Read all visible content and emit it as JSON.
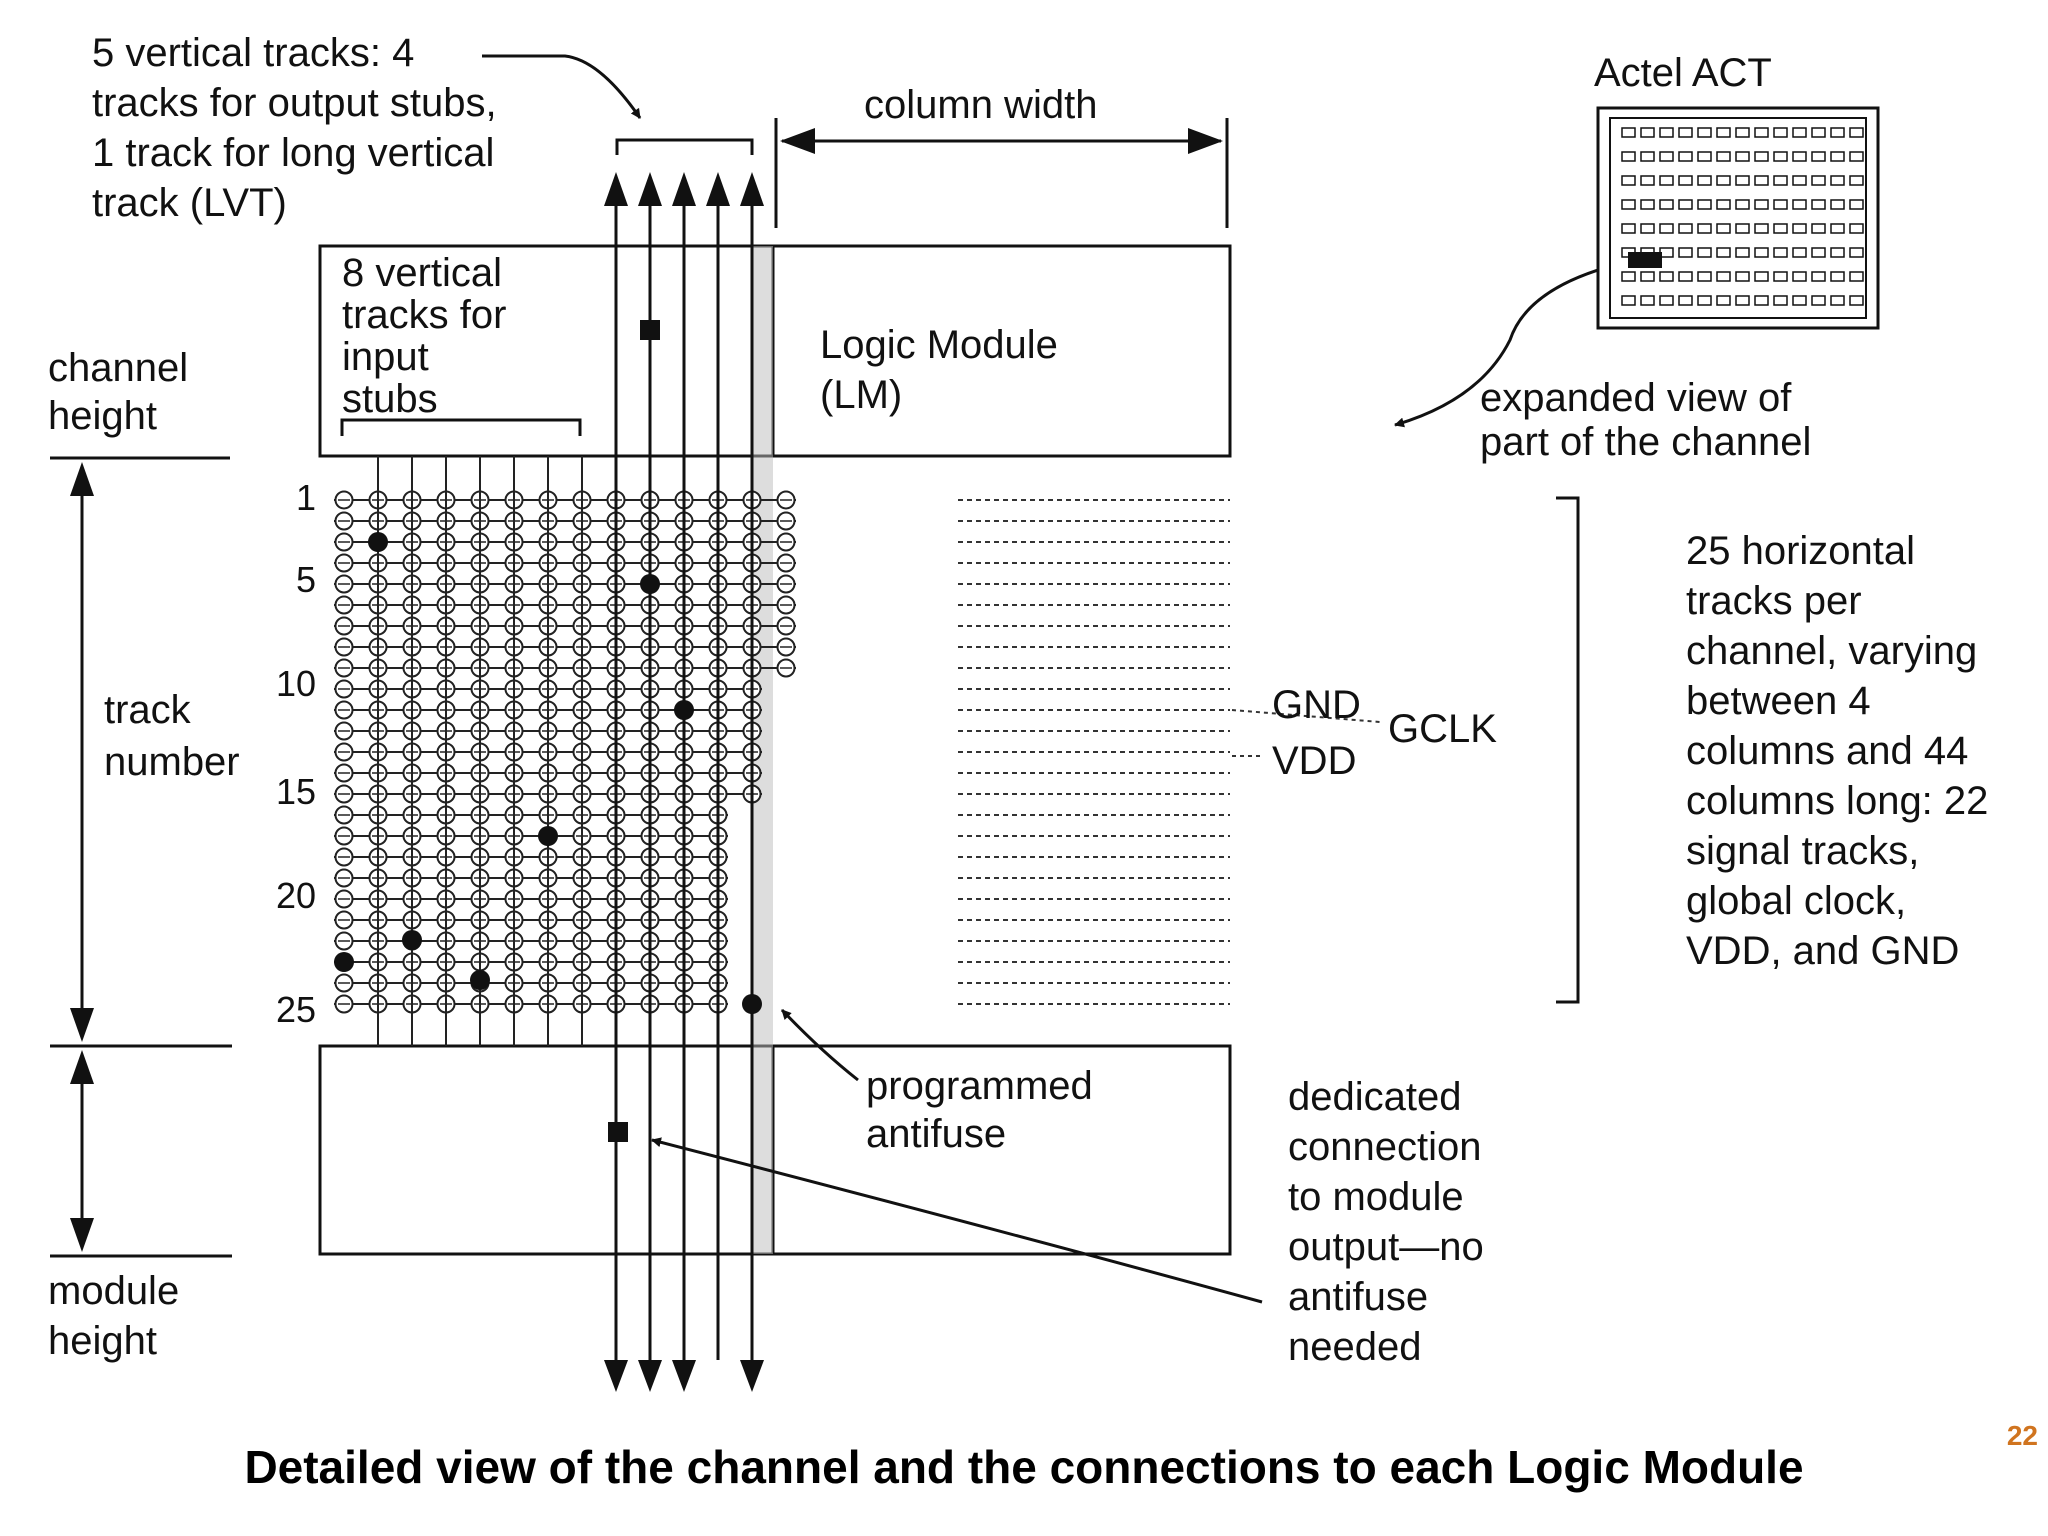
{
  "labels": {
    "vertical_tracks_output": "5 vertical tracks: 4\ntracks for output stubs,\n1 track for long vertical\ntrack (LVT)",
    "column_width": "column width",
    "actel_act": "Actel ACT",
    "input_stubs": "8 vertical\ntracks for\ninput\nstubs",
    "logic_module": "Logic Module\n(LM)",
    "channel_height": "channel\nheight",
    "expanded_view": "expanded view of\npart of the channel",
    "track_number": "track\nnumber",
    "gnd": "GND",
    "vdd": "VDD",
    "gclk": "GCLK",
    "horizontal_tracks": "25 horizontal\ntracks per\nchannel, varying\nbetween 4\ncolumns and 44\ncolumns long: 22\nsignal tracks,\nglobal clock,\nVDD, and GND",
    "programmed_antifuse": "programmed\nantifuse",
    "dedicated_connection": "dedicated\nconnection\nto module\noutput—no\nantifuse\nneeded",
    "module_height": "module\nheight"
  },
  "track_numbers": [
    "1",
    "5",
    "10",
    "15",
    "20",
    "25"
  ],
  "caption": "Detailed view of the channel and the connections to each Logic Module",
  "page_number": "22",
  "colors": {
    "ink": "#111111",
    "caption": "#000000",
    "page_number": "#d0741f"
  }
}
